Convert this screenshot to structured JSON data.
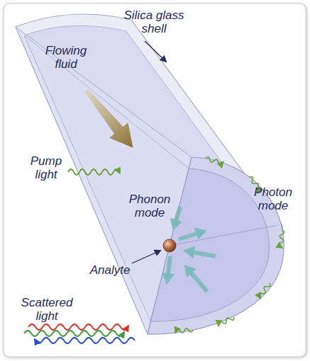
{
  "diagram": {
    "labels": [
      "Silica glass shell",
      "Flowing fluid",
      "Pump light",
      "Phonon mode",
      "Photon mode",
      "Analyte",
      "Scattered light"
    ]
  }
}
